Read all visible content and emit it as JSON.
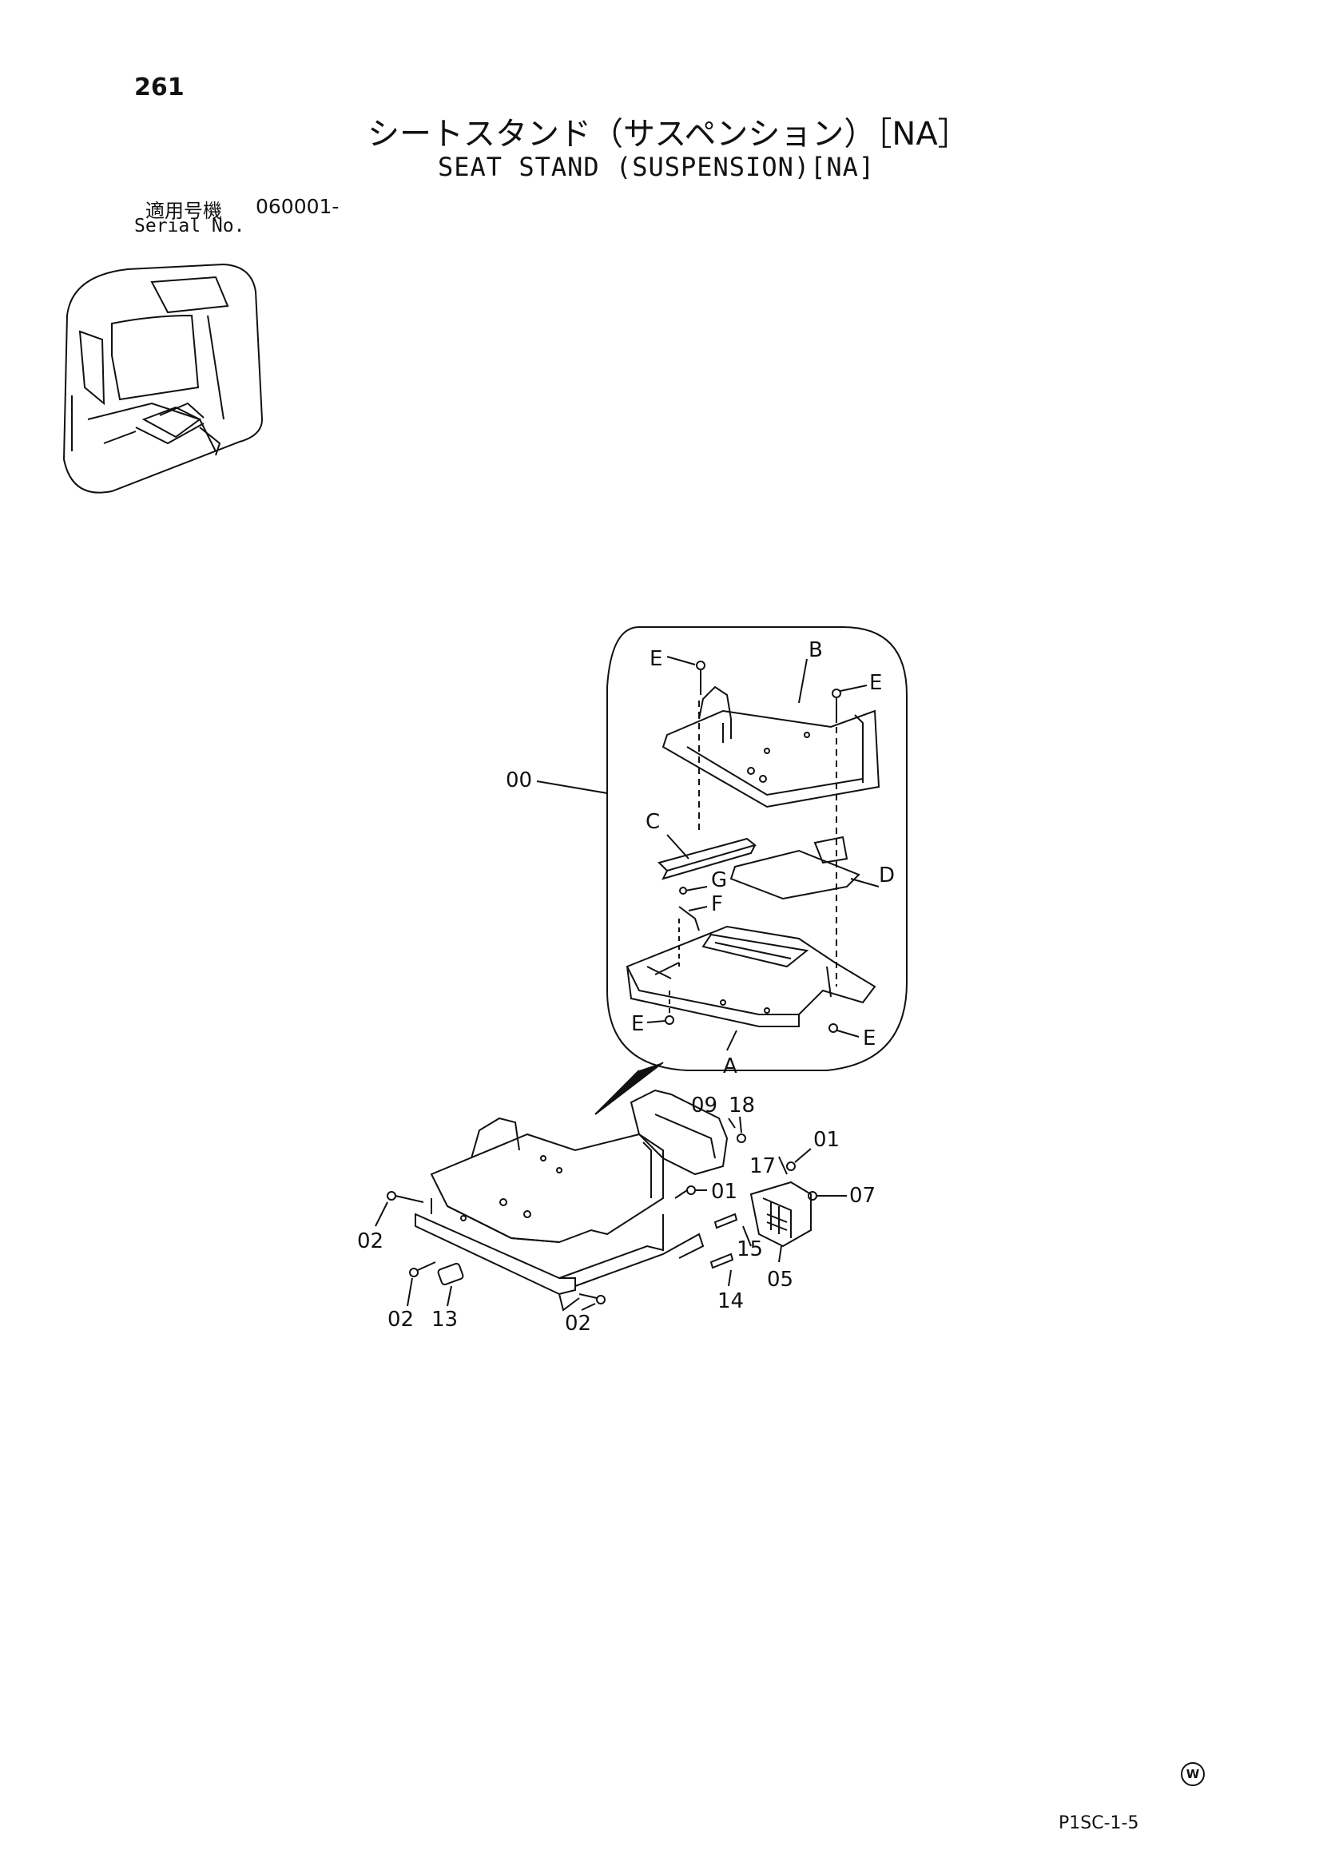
{
  "header": {
    "page_number": "261",
    "title_ja": "シートスタンド（サスペンション）［NA］",
    "title_en": "SEAT STAND (SUSPENSION)[NA]",
    "serial_label_ja": "適用号機",
    "serial_value": "060001-",
    "serial_label_en": "Serial No."
  },
  "diagram": {
    "assembly_labels": {
      "ref_00": "00",
      "A": "A",
      "B": "B",
      "C": "C",
      "D": "D",
      "E": "E",
      "F": "F",
      "G": "G"
    },
    "part_labels": {
      "p01": "01",
      "p02": "02",
      "p05": "05",
      "p07": "07",
      "p09": "09",
      "p13": "13",
      "p14": "14",
      "p15": "15",
      "p17": "17",
      "p18": "18"
    }
  },
  "footer": {
    "mark": "W",
    "code": "P1SC-1-5"
  }
}
